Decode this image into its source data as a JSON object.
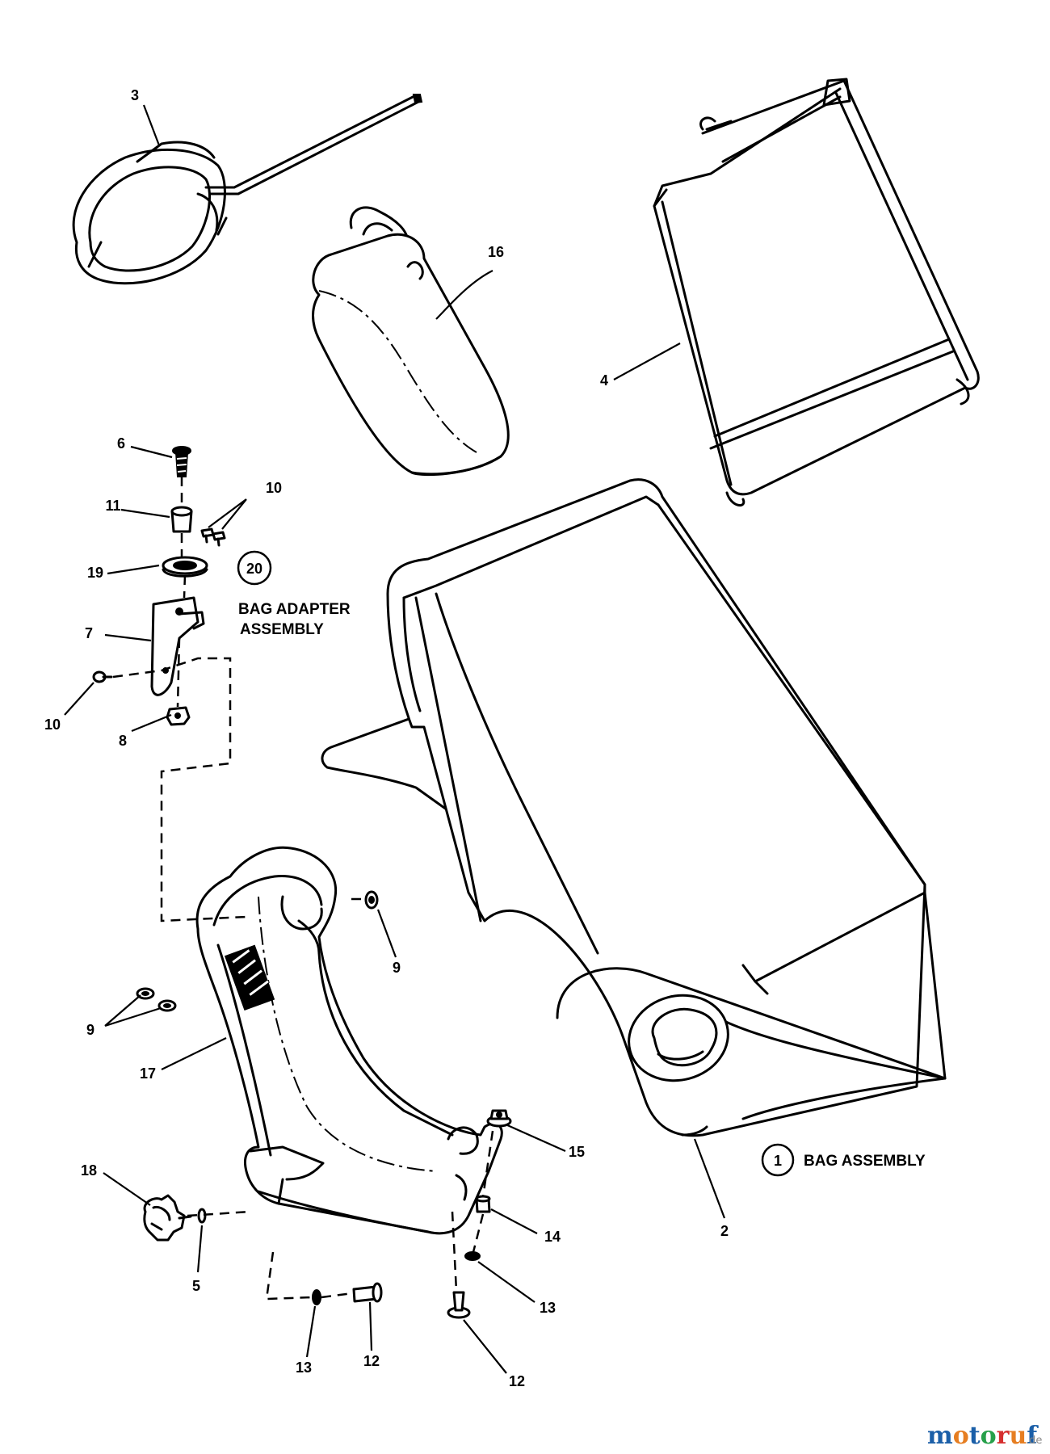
{
  "parts": {
    "p1": "1",
    "p2": "2",
    "p3": "3",
    "p4": "4",
    "p5": "5",
    "p6": "6",
    "p7": "7",
    "p8": "8",
    "p9a": "9",
    "p9b": "9",
    "p10a": "10",
    "p10b": "10",
    "p11": "11",
    "p12a": "12",
    "p12b": "12",
    "p13a": "13",
    "p13b": "13",
    "p14": "14",
    "p15": "15",
    "p16": "16",
    "p17": "17",
    "p18": "18",
    "p19": "19",
    "p20": "20"
  },
  "captions": {
    "bag_adapter_line1": "BAG ADAPTER",
    "bag_adapter_line2": "ASSEMBLY",
    "bag_assembly": "BAG ASSEMBLY"
  },
  "watermark": {
    "letters": [
      "m",
      "o",
      "t",
      "o",
      "r",
      "u",
      "f"
    ],
    "colors": [
      "#1b5fa8",
      "#e67e22",
      "#1b5fa8",
      "#27a04a",
      "#d62f2f",
      "#e67e22",
      "#1b5fa8"
    ],
    "suffix": ".de"
  }
}
